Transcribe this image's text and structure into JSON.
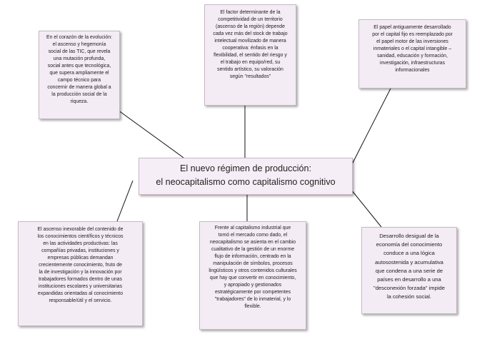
{
  "center": {
    "line1": "El nuevo régimen de producción:",
    "line2": "el neocapitalismo como capitalismo cognitivo"
  },
  "nodes": [
    {
      "id": "evolucion",
      "text": "En el corazón  de la evolución:\nel ascenso y hegemonía\nsocial de las TIC,  que revela\nuna mutación  profunda,\nsocial antes que tecnológica,\nque supera  ampliamente   el\ncampo técnico  para\nconcernir  de manera  global a\nla producción  social de la\nriqueza."
    },
    {
      "id": "factor",
      "text": "El factor determinante   de la\ncompetitividad de un territorio\n(ascenso de la región)  depende\ncada vez más del stock de trabajo\nintelectual movilizado  de manera\ncooperativa: énfasis  en la\nflexibilidad, el sentido del riesgo y\nel trabajo en equipo/red,  su\nsentido artístico, su valoración\nsegún \"resultados\""
    },
    {
      "id": "capital",
      "text": "El papel antiguamente  desarrollado\npor el capital fijo es reemplazado  por\nel papel motor  de las inversiones\ninmateriales o el capital intangible  –\nsanidad, educación  y formación,\ninvestigación, infraestructuras\ninformacionales"
    },
    {
      "id": "ascenso",
      "text": "El ascenso inexorable  del contenido  de\nlos conocimientos  científicos  y técnicos\nen las actividades productivas:  las\ncompañías privadas, instituciones  y\nempresas públicas demandan\ncrecientemente conocimiento,  fruto de\nla de investigación y la innovación  por\ntrabajadores formados  dentro de unas\ninstituciones escolares y universitarias\nexpandidas orientadas al conocimiento\nresponsable/útil  y el servicio."
    },
    {
      "id": "frente",
      "text": "Frente al capitalismo  industrial que\ntomó el mercado  como dado,  el\nneocapitalismo  se asienta en el cambio\ncualitativo de la gestión  de un enorme\nflujo de información,   centrado  en la\nmanipulación   de símbolos,   procesos\nlingüísticos y otros contenidos  culturales\nque hay que convertir  en conocimiento,\ny apropiado y gestionados\nestratégicamente por competentes\n\"trabajadores\" de lo inmaterial,  y lo\nflexible."
    },
    {
      "id": "desarrollo",
      "text": "Desarrollo desigual de la\neconomía del conocimiento\nconduce a una lógica\nautosostenida y acumulativa\nque condena a una serie de\npaíses en desarrollo a una\n\"desconexión forzada\"  impide\nla cohesión social."
    }
  ]
}
